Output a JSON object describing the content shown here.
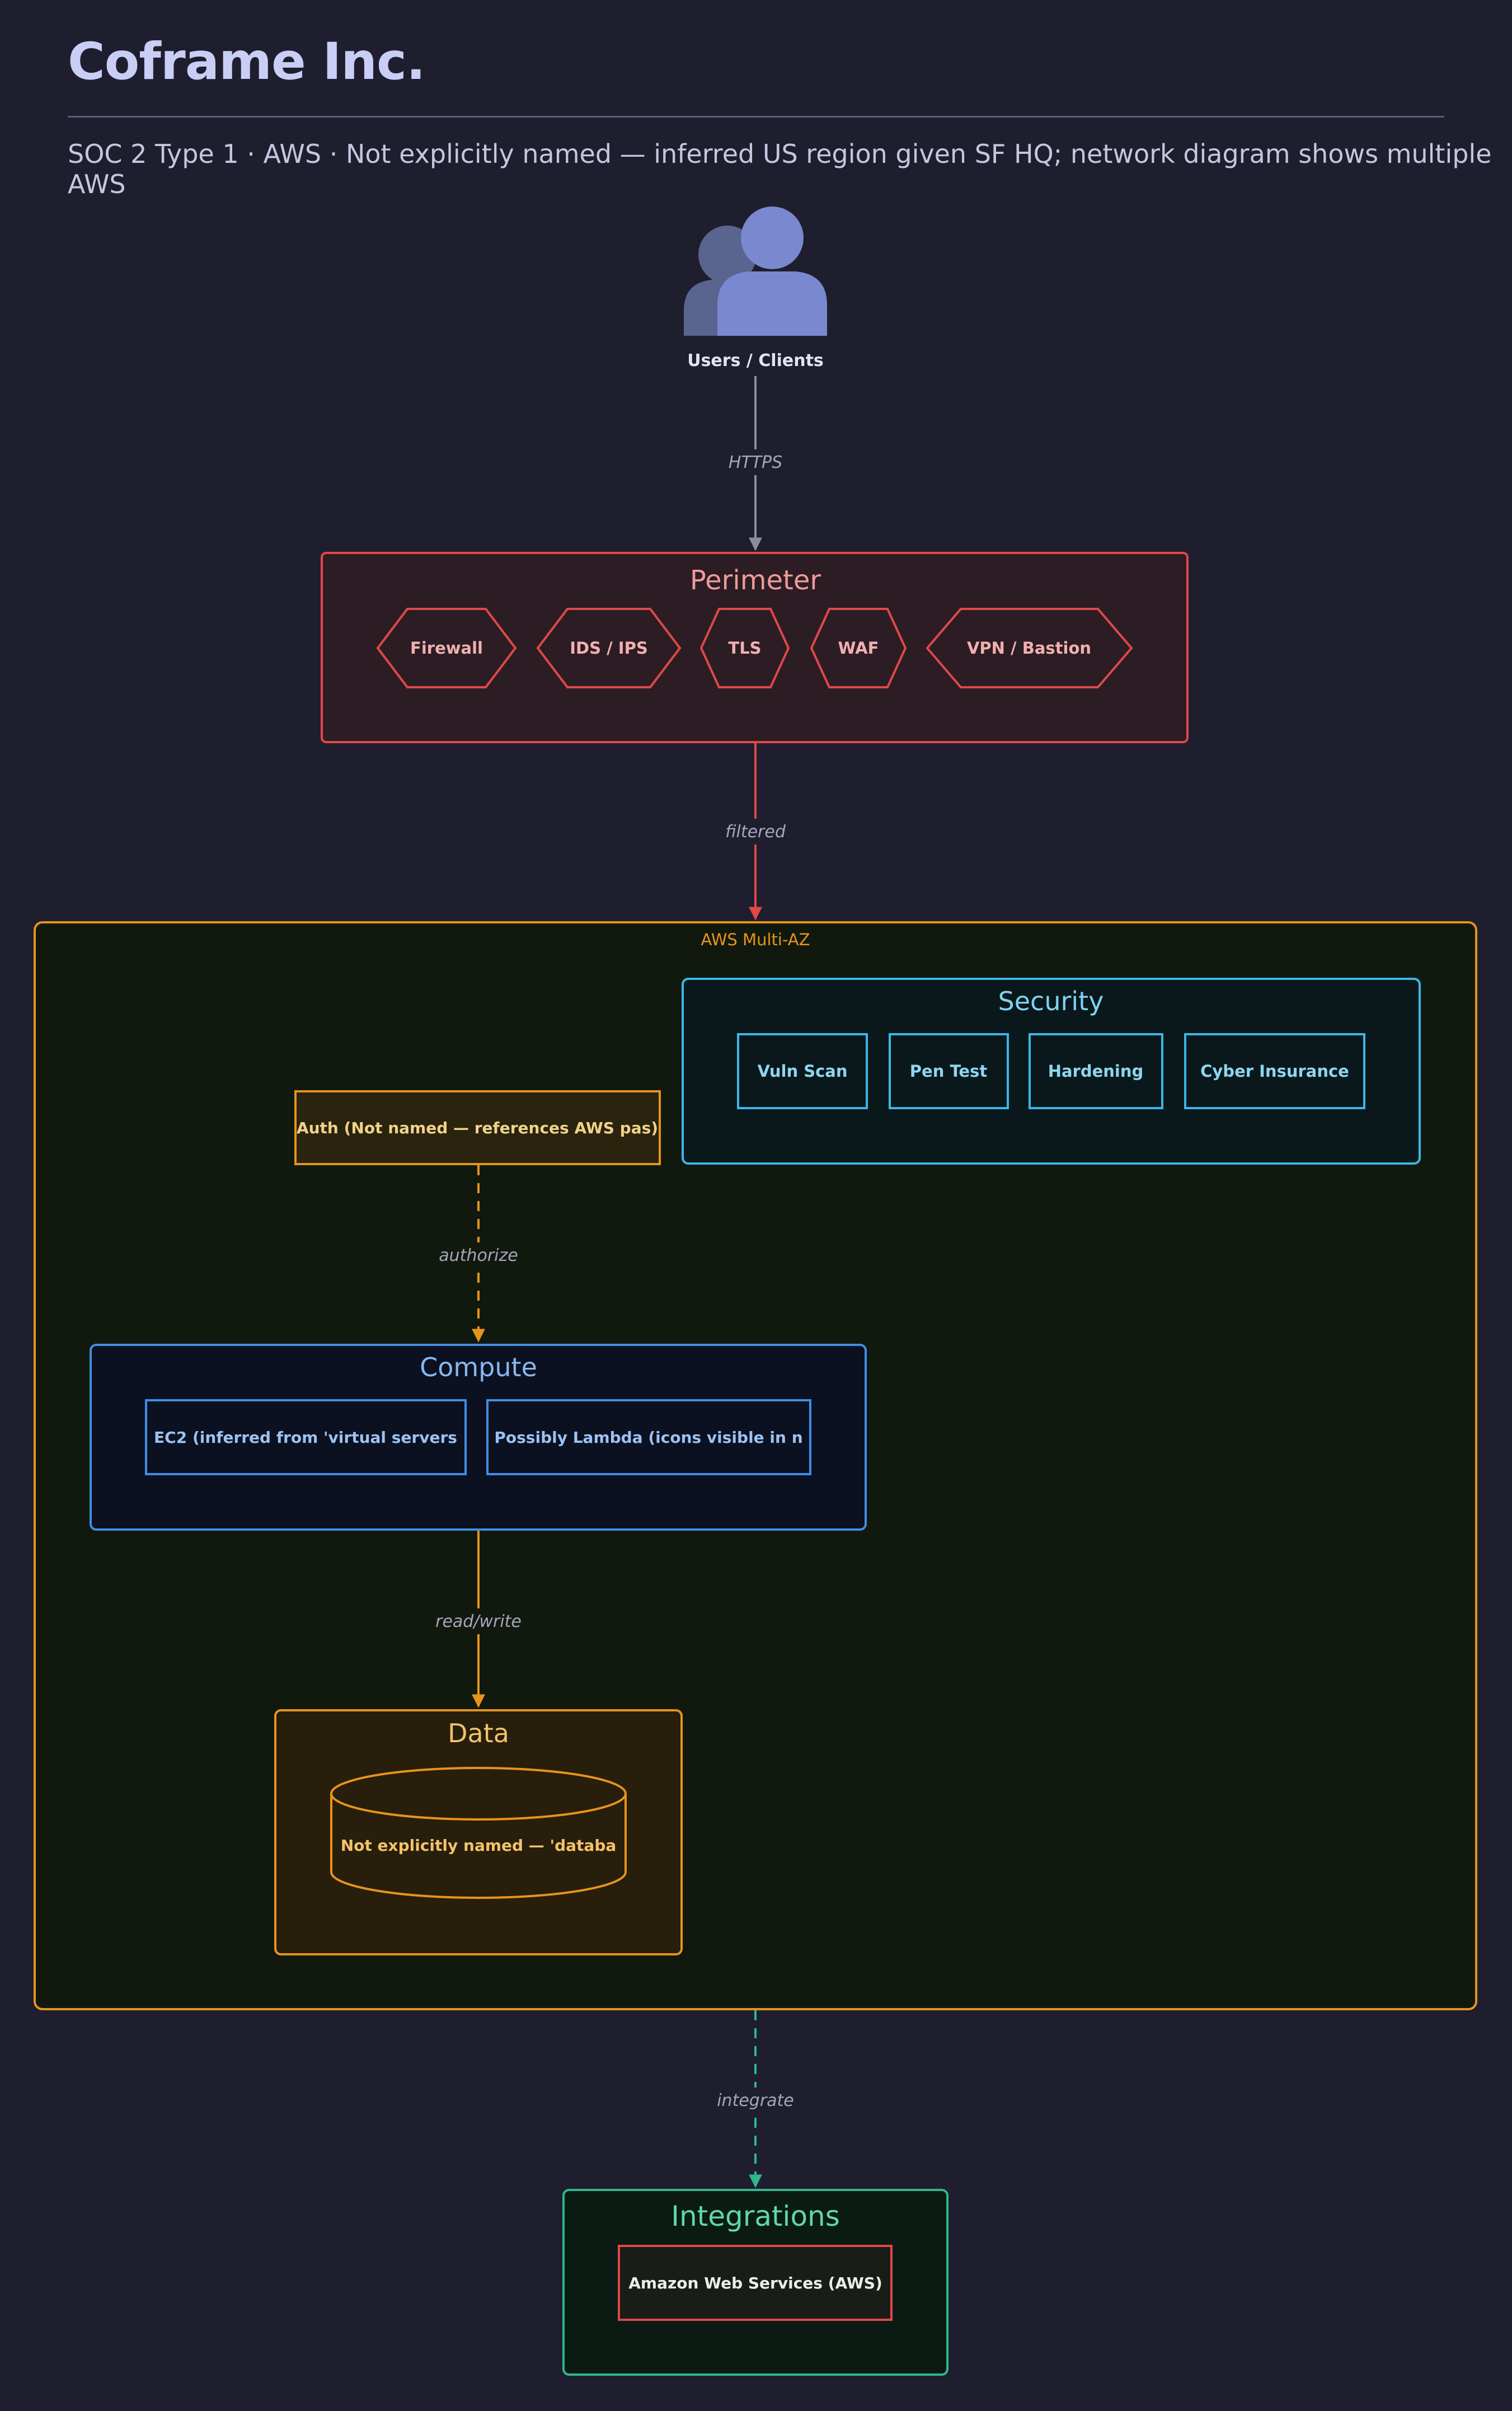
{
  "header": {
    "title": "Coframe Inc.",
    "subtitle": "SOC 2 Type 1 · AWS · Not explicitly named — inferred US region given SF HQ; network diagram shows multiple AWS"
  },
  "colors": {
    "background": "#1f1e2e",
    "perimeter": "#e04848",
    "aws": "#e6941c",
    "security": "#3bb7e6",
    "compute": "#3f8ee6",
    "data": "#e6941c",
    "integrations": "#2fb88c",
    "users": "#7a88d0"
  },
  "diagram": {
    "users": {
      "label": "Users / Clients",
      "icon": "users-icon"
    },
    "edges": {
      "https": "HTTPS",
      "filtered": "filtered",
      "authorize": "authorize",
      "read_write": "read/write",
      "integrate": "integrate"
    },
    "perimeter": {
      "title": "Perimeter",
      "items": [
        "Firewall",
        "IDS / IPS",
        "TLS",
        "WAF",
        "VPN / Bastion"
      ]
    },
    "aws": {
      "label": "AWS Multi-AZ"
    },
    "security": {
      "title": "Security",
      "items": [
        "Vuln Scan",
        "Pen Test",
        "Hardening",
        "Cyber Insurance"
      ]
    },
    "auth": {
      "label": "Auth (Not named — references AWS pas)"
    },
    "compute": {
      "title": "Compute",
      "items": [
        "EC2 (inferred from 'virtual servers",
        "Possibly Lambda (icons visible in n"
      ]
    },
    "data": {
      "title": "Data",
      "db_label": "Not explicitly named — 'databa"
    },
    "integrations": {
      "title": "Integrations",
      "items": [
        "Amazon Web Services (AWS)"
      ]
    }
  }
}
